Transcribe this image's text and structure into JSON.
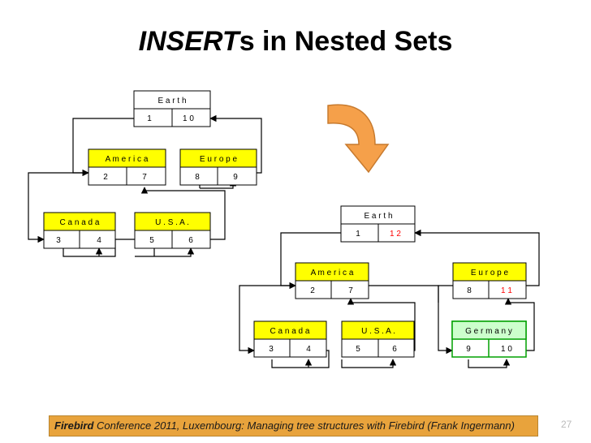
{
  "slide": {
    "title_emph": "INSERT",
    "title_rest": "s in Nested Sets",
    "footer_brand": "Firebird",
    "footer_text": " Conference 2011, Luxembourg:  Managing tree structures with Firebird  (Frank Ingermann)",
    "page_number": "27"
  },
  "colors": {
    "node_fill": "#ffff00",
    "new_node_fill": "#ccffcc",
    "new_node_border": "#00a000",
    "changed_value": "#ff0000",
    "arrow_fill": "#f5a04a",
    "footer_bg": "#e8a33c"
  },
  "before_tree": {
    "nodes": [
      {
        "id": "earth",
        "name": "E a r t h",
        "left": "1",
        "right": "1 0"
      },
      {
        "id": "america",
        "name": "A m e r i c a",
        "left": "2",
        "right": "7"
      },
      {
        "id": "europe",
        "name": "E u r o p e",
        "left": "8",
        "right": "9"
      },
      {
        "id": "canada",
        "name": "C a n a d a",
        "left": "3",
        "right": "4"
      },
      {
        "id": "usa",
        "name": "U . S . A .",
        "left": "5",
        "right": "6"
      }
    ]
  },
  "after_tree": {
    "nodes": [
      {
        "id": "earth",
        "name": "E a r t h",
        "left": "1",
        "right": "1 2"
      },
      {
        "id": "america",
        "name": "A m e r i c a",
        "left": "2",
        "right": "7"
      },
      {
        "id": "europe",
        "name": "E u r o p e",
        "left": "8",
        "right": "1 1"
      },
      {
        "id": "canada",
        "name": "C a n a d a",
        "left": "3",
        "right": "4"
      },
      {
        "id": "usa",
        "name": "U . S . A .",
        "left": "5",
        "right": "6"
      },
      {
        "id": "germany",
        "name": "G e r m a n y",
        "left": "9",
        "right": "1 0"
      }
    ]
  },
  "arrow_icon": "curved-down-arrow-icon"
}
